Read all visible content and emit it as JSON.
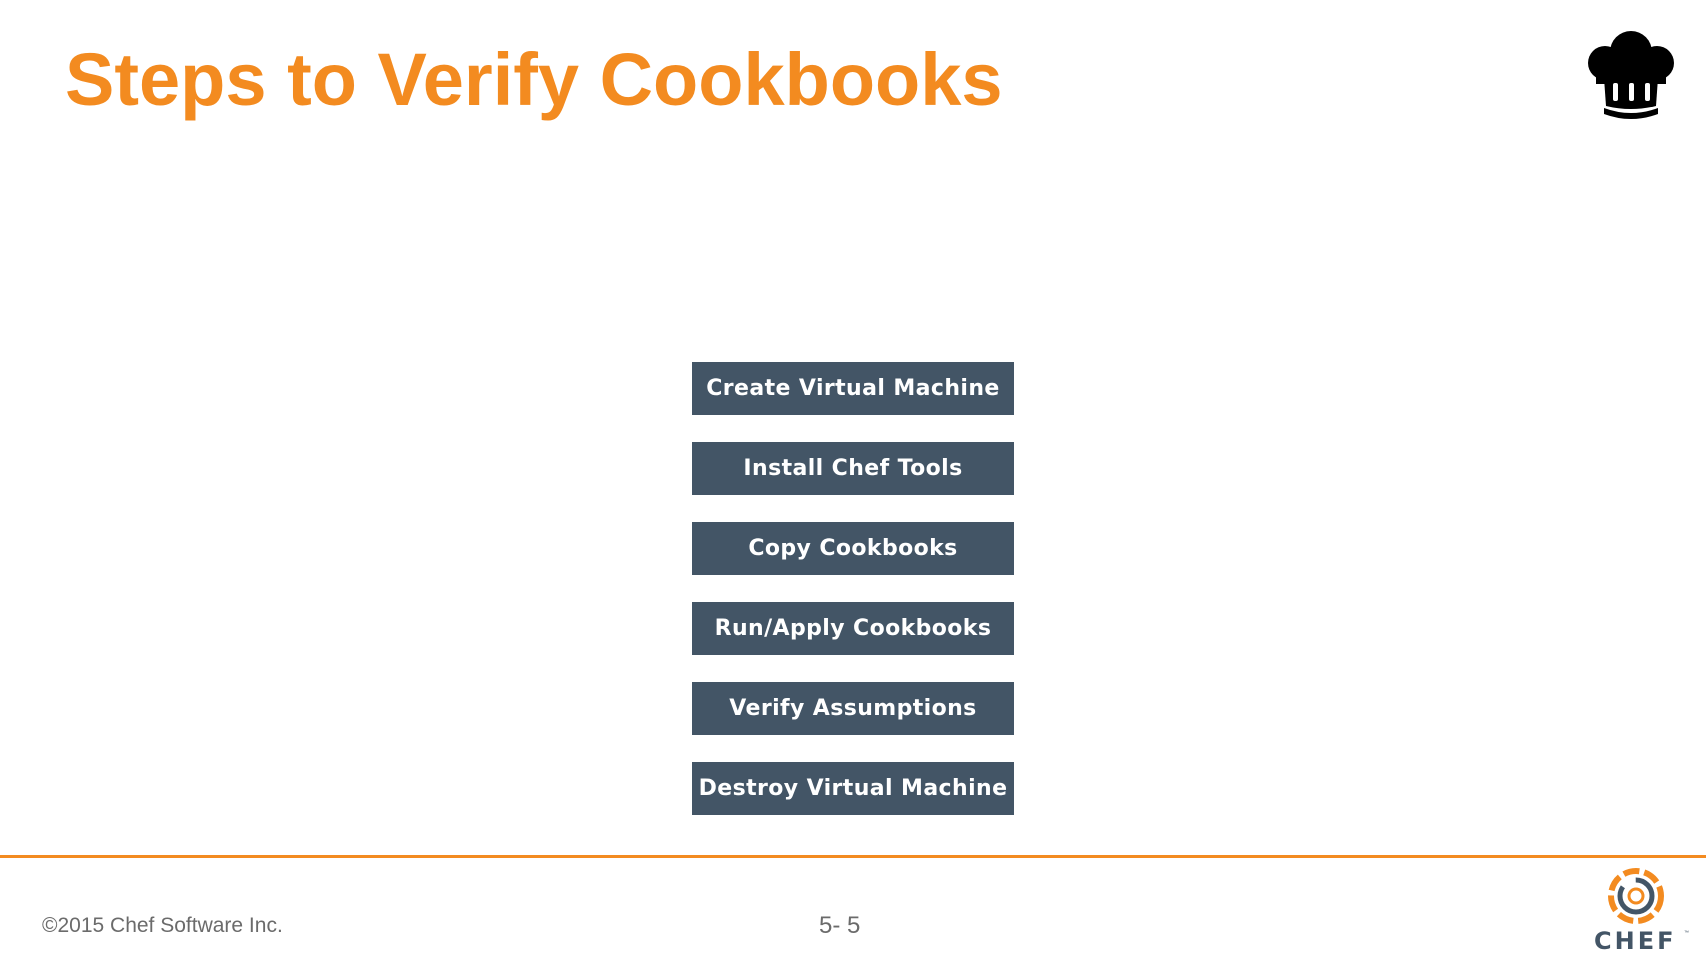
{
  "slide": {
    "title": "Steps to Verify Cookbooks",
    "steps": [
      {
        "label": "Create Virtual Machine"
      },
      {
        "label": "Install Chef Tools"
      },
      {
        "label": "Copy Cookbooks"
      },
      {
        "label": "Run/Apply Cookbooks"
      },
      {
        "label": "Verify Assumptions"
      },
      {
        "label": "Destroy Virtual Machine"
      }
    ]
  },
  "footer": {
    "copyright": "©2015 Chef Software Inc.",
    "page_number": "5- 5",
    "logo_text": "CHEF",
    "logo_tm": "™"
  },
  "icons": {
    "header_icon": "chef-hat-icon",
    "footer_logo": "chef-logo-icon"
  },
  "colors": {
    "accent": "#f38b20",
    "step_box": "#435566",
    "step_text": "#ffffff",
    "footer_text": "#6b6b6b"
  }
}
